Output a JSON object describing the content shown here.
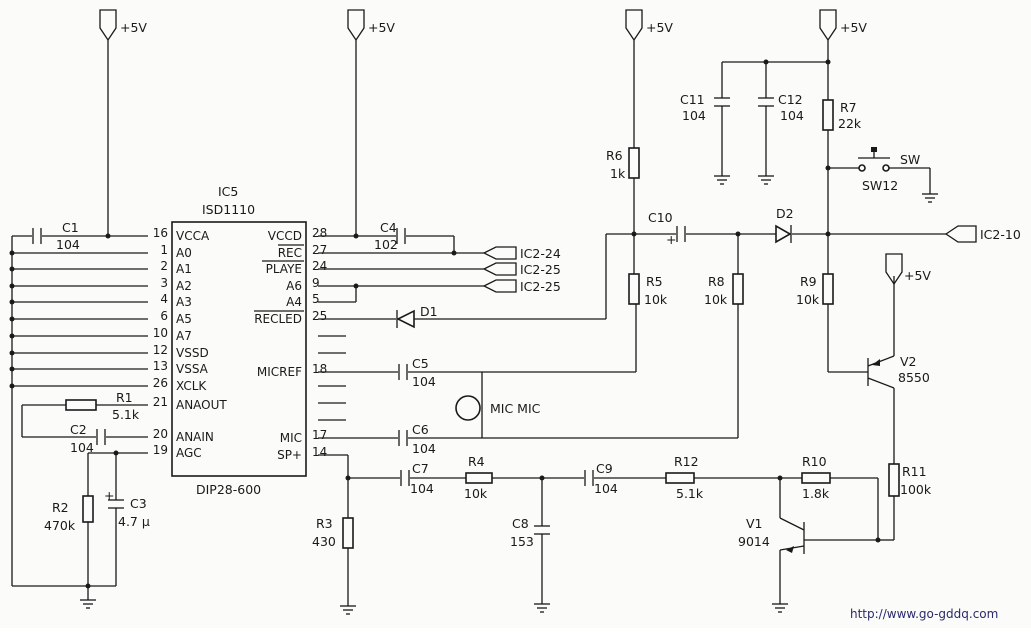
{
  "power": {
    "vcc": "+5V"
  },
  "ic": {
    "ref": "IC5",
    "part": "ISD1110",
    "package": "DIP28-600",
    "left_pins": [
      {
        "num": "16",
        "name": "VCCA"
      },
      {
        "num": "1",
        "name": "A0"
      },
      {
        "num": "2",
        "name": "A1"
      },
      {
        "num": "3",
        "name": "A2"
      },
      {
        "num": "4",
        "name": "A3"
      },
      {
        "num": "6",
        "name": "A5"
      },
      {
        "num": "10",
        "name": "A7"
      },
      {
        "num": "12",
        "name": "VSSD"
      },
      {
        "num": "13",
        "name": "VSSA"
      },
      {
        "num": "26",
        "name": "XCLK"
      },
      {
        "num": "21",
        "name": "ANAOUT"
      },
      {
        "num": "20",
        "name": "ANAIN"
      },
      {
        "num": "19",
        "name": "AGC"
      }
    ],
    "right_pins": [
      {
        "num": "28",
        "name": "VCCD"
      },
      {
        "num": "27",
        "name": "REC"
      },
      {
        "num": "24",
        "name": "PLAYE"
      },
      {
        "num": "9",
        "name": "A6"
      },
      {
        "num": "5",
        "name": "A4"
      },
      {
        "num": "25",
        "name": "RECLED"
      },
      {
        "num": "18",
        "name": "MICREF"
      },
      {
        "num": "17",
        "name": "MIC"
      },
      {
        "num": "14",
        "name": "SP+"
      }
    ]
  },
  "connectors": {
    "rec": "IC2-24",
    "playe": "IC2-25",
    "a6": "IC2-25",
    "out": "IC2-10"
  },
  "components": {
    "c1": {
      "ref": "C1",
      "value": "104"
    },
    "c2": {
      "ref": "C2",
      "value": "104"
    },
    "c3": {
      "ref": "C3",
      "value": "4.7 μ"
    },
    "c4": {
      "ref": "C4",
      "value": "102"
    },
    "c5": {
      "ref": "C5",
      "value": "104"
    },
    "c6": {
      "ref": "C6",
      "value": "104"
    },
    "c7": {
      "ref": "C7",
      "value": "104"
    },
    "c8": {
      "ref": "C8",
      "value": "153"
    },
    "c9": {
      "ref": "C9",
      "value": "104"
    },
    "c10": {
      "ref": "C10",
      "value": ""
    },
    "c11": {
      "ref": "C11",
      "value": "104"
    },
    "c12": {
      "ref": "C12",
      "value": "104"
    },
    "r1": {
      "ref": "R1",
      "value": "5.1k"
    },
    "r2": {
      "ref": "R2",
      "value": "470k"
    },
    "r3": {
      "ref": "R3",
      "value": "430"
    },
    "r4": {
      "ref": "R4",
      "value": "10k"
    },
    "r5": {
      "ref": "R5",
      "value": "10k"
    },
    "r6": {
      "ref": "R6",
      "value": "1k"
    },
    "r7": {
      "ref": "R7",
      "value": "22k"
    },
    "r8": {
      "ref": "R8",
      "value": "10k"
    },
    "r9": {
      "ref": "R9",
      "value": "10k"
    },
    "r10": {
      "ref": "R10",
      "value": "1.8k"
    },
    "r11": {
      "ref": "R11",
      "value": "100k"
    },
    "r12": {
      "ref": "R12",
      "value": "5.1k"
    },
    "d1": {
      "ref": "D1"
    },
    "d2": {
      "ref": "D2"
    },
    "v1": {
      "ref": "V1",
      "value": "9014"
    },
    "v2": {
      "ref": "V2",
      "value": "8550"
    },
    "sw": {
      "ref": "SW",
      "value": "SW12"
    },
    "mic": {
      "label": "MIC MIC"
    }
  },
  "plus_sign": "+",
  "watermark": "http://www.go-gddq.com"
}
